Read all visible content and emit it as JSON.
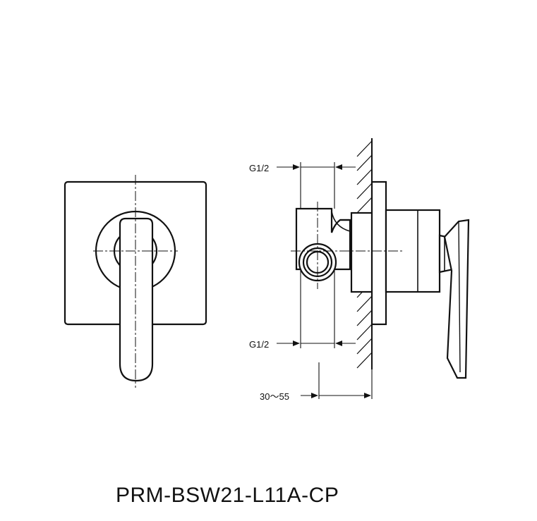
{
  "diagram": {
    "model_code": "PRM-BSW21-L11A-CP",
    "labels": {
      "inlet_top": "G1/2",
      "inlet_bottom": "G1/2",
      "wall_depth": "30～55"
    },
    "colors": {
      "line": "#111111",
      "background": "#ffffff"
    }
  }
}
